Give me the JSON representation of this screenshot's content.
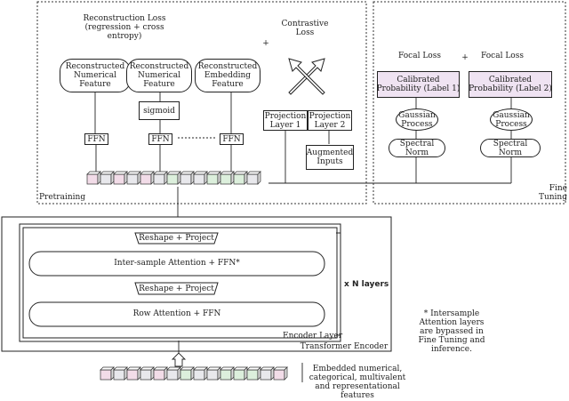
{
  "pretraining": {
    "reconstruction_loss": "Reconstruction Loss\n(regression + cross\nentropy)",
    "contrastive_loss": "Contrastive\nLoss",
    "plus": "+",
    "heads": [
      "Reconstructed\nNumerical\nFeature",
      "Reconstructed\nNumerical\nFeature",
      "Reconstructed\nEmbedding\nFeature"
    ],
    "sigmoid": "sigmoid",
    "ffn": "FFN",
    "projection_1": "Projection\nLayer 1",
    "projection_2": "Projection\nLayer 2",
    "augmented_inputs": "Augmented\nInputs",
    "section_label": "Pretraining"
  },
  "fine_tuning": {
    "focal_loss_1": "Focal Loss",
    "focal_loss_2": "Focal Loss",
    "plus": "+",
    "calibrated_1": "Calibrated\nProbability (Label 1)",
    "calibrated_2": "Calibrated\nProbability (Label 2)",
    "gp": "Gaussian\nProcess",
    "spectral_norm": "Spectral Norm",
    "section_label": "Fine\nTuning"
  },
  "encoder": {
    "reshape_project": "Reshape + Project",
    "inter_sample_attention": "Inter-sample Attention + FFN*",
    "row_attention": "Row Attention + FFN",
    "encoder_layer": "Encoder Layer",
    "transformer_encoder": "Transformer Encoder",
    "x_n_layers": "x N layers"
  },
  "notes": {
    "footnote": "* Intersample\nAttention layers\nare bypassed in\nFine Tuning and\ninference.",
    "embedded": "Embedded numerical,\ncategorical, multivalent\nand representational\nfeatures"
  },
  "colors": {
    "calibrated_fill": "#efe3f2",
    "token_pink": "#f2dce8",
    "token_green": "#dcefdc",
    "token_gray": "#e8e8ec"
  }
}
